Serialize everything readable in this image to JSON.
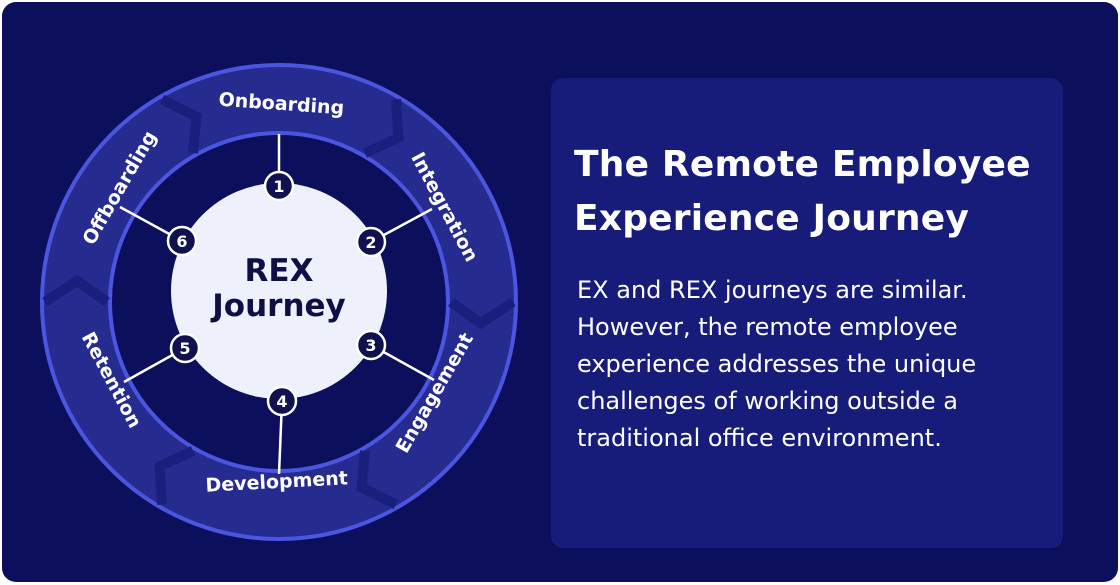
{
  "diagram": {
    "center": {
      "line1": "REX",
      "line2": "Journey"
    },
    "stages": [
      {
        "number": "1",
        "label": "Onboarding"
      },
      {
        "number": "2",
        "label": "Integration"
      },
      {
        "number": "3",
        "label": "Engagement"
      },
      {
        "number": "4",
        "label": "Development"
      },
      {
        "number": "5",
        "label": "Retention"
      },
      {
        "number": "6",
        "label": "Offboarding"
      }
    ]
  },
  "panel": {
    "title_line1": "The Remote Employee",
    "title_line2": "Experience Journey",
    "body": "EX and REX journeys are similar. However, the remote employee experience addresses the unique challenges of working outside a traditional office environment."
  },
  "colors": {
    "background": "#0c0f5b",
    "ring": "#2a2f96",
    "ring_stroke": "#4a55e0",
    "panel": "#171c7a",
    "center_fill": "#eef0fb",
    "node_fill": "#10124f"
  }
}
